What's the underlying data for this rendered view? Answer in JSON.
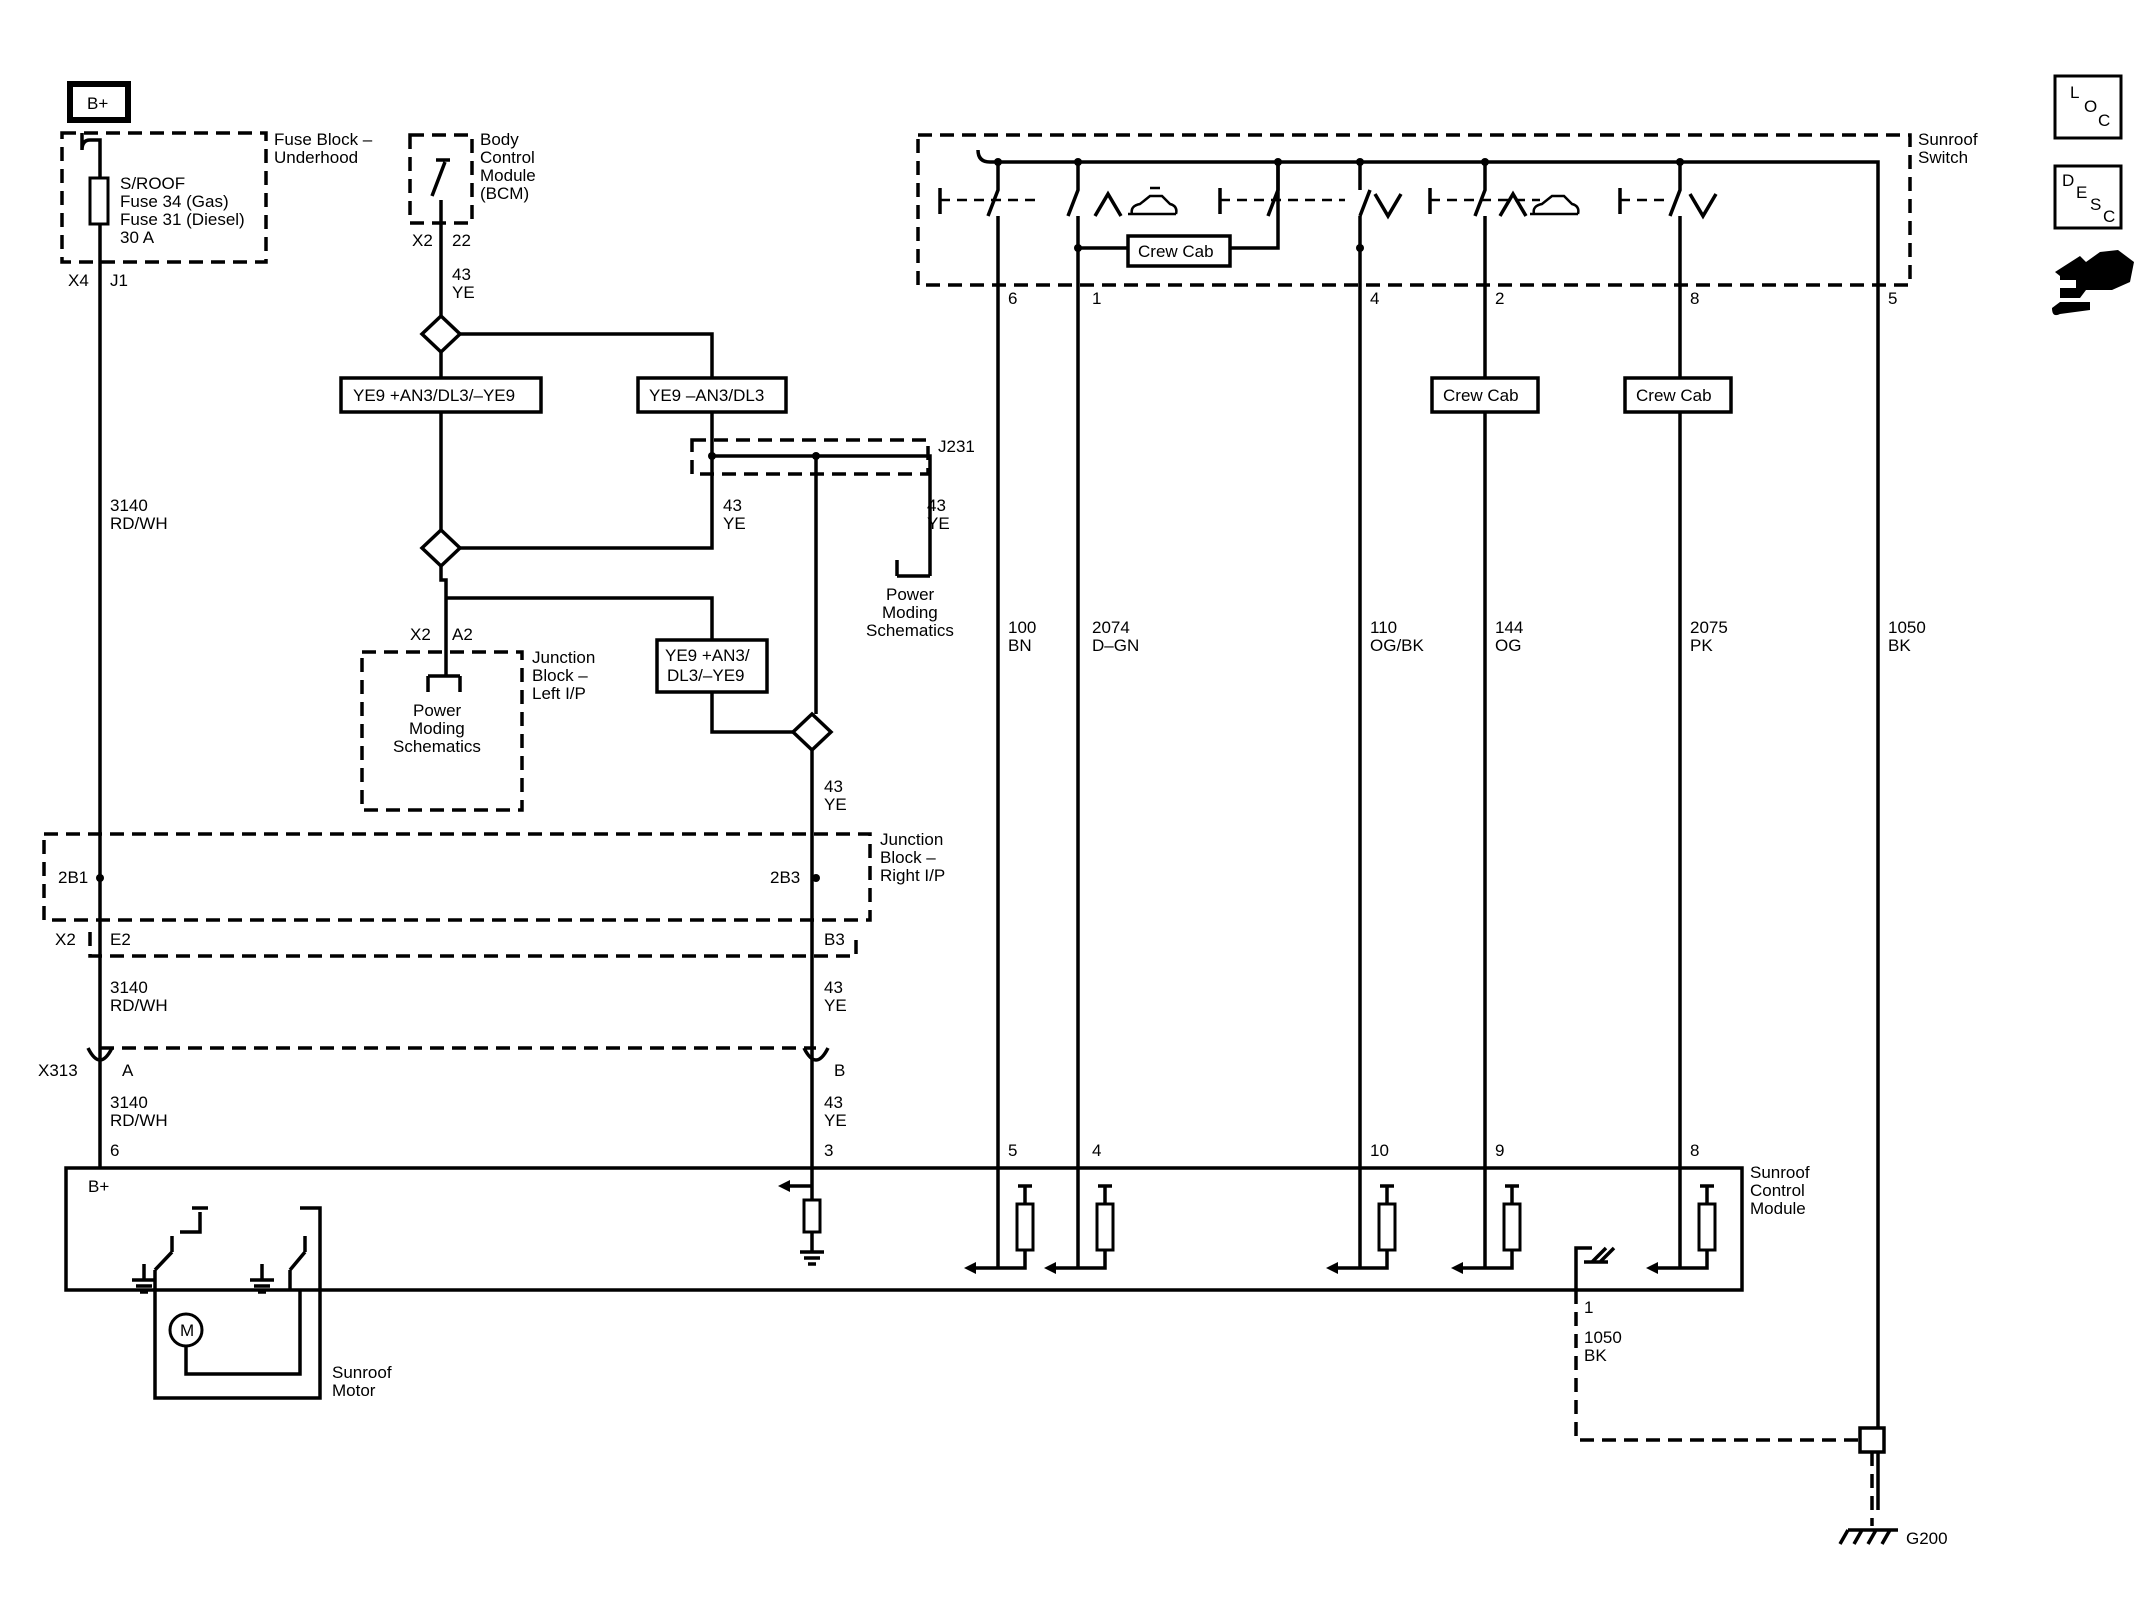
{
  "bplus": "B+",
  "fuse_block": {
    "name1": "Fuse Block –",
    "name2": "Underhood",
    "fuse1": "S/ROOF",
    "fuse2": "Fuse 34 (Gas)",
    "fuse3": "Fuse 31 (Diesel)",
    "rating": "30 A",
    "conn": "X4",
    "pin": "J1"
  },
  "bcm": {
    "l1": "Body",
    "l2": "Control",
    "l3": "Module",
    "l4": "(BCM)",
    "conn": "X2",
    "pin": "22"
  },
  "wires": {
    "w43": "43",
    "ye": "YE",
    "w3140": "3140",
    "rdwh": "RD/WH",
    "w100": "100",
    "bn": "BN",
    "w2074": "2074",
    "dgn": "D–GN",
    "w110": "110",
    "ogbk": "OG/BK",
    "w144": "144",
    "og": "OG",
    "w2075": "2075",
    "pk": "PK",
    "w1050": "1050",
    "bk": "BK"
  },
  "options": {
    "opt1": "YE9 +AN3/DL3/–YE9",
    "opt2": "YE9 –AN3/DL3",
    "opt3a": "YE9 +AN3/",
    "opt3b": "DL3/–YE9",
    "crew_cab": "Crew Cab"
  },
  "j231": "J231",
  "power_moding": {
    "l1": "Power",
    "l2": "Moding",
    "l3": "Schematics"
  },
  "jb_left": {
    "l1": "Junction",
    "l2": "Block –",
    "l3": "Left I/P",
    "conn": "X2",
    "pin": "A2"
  },
  "jb_right": {
    "l1": "Junction",
    "l2": "Block –",
    "l3": "Right I/P",
    "p1": "2B1",
    "p2": "2B3",
    "conn": "X2",
    "pin1": "E2",
    "pin2": "B3"
  },
  "x313": {
    "name": "X313",
    "a": "A",
    "b": "B"
  },
  "switch": {
    "l1": "Sunroof",
    "l2": "Switch",
    "pins": [
      "6",
      "1",
      "4",
      "2",
      "8",
      "5"
    ]
  },
  "module": {
    "l1": "Sunroof",
    "l2": "Control",
    "l3": "Module",
    "bplus": "B+",
    "pins": [
      "6",
      "3",
      "5",
      "4",
      "10",
      "9",
      "8"
    ],
    "gnd_pin": "1"
  },
  "motor": {
    "m": "M",
    "l1": "Sunroof",
    "l2": "Motor"
  },
  "ground": "G200",
  "nav": {
    "loc_l": "L",
    "loc_o": "O",
    "loc_c": "C",
    "desc_d": "D",
    "desc_e": "E",
    "desc_s": "S",
    "desc_c": "C"
  }
}
